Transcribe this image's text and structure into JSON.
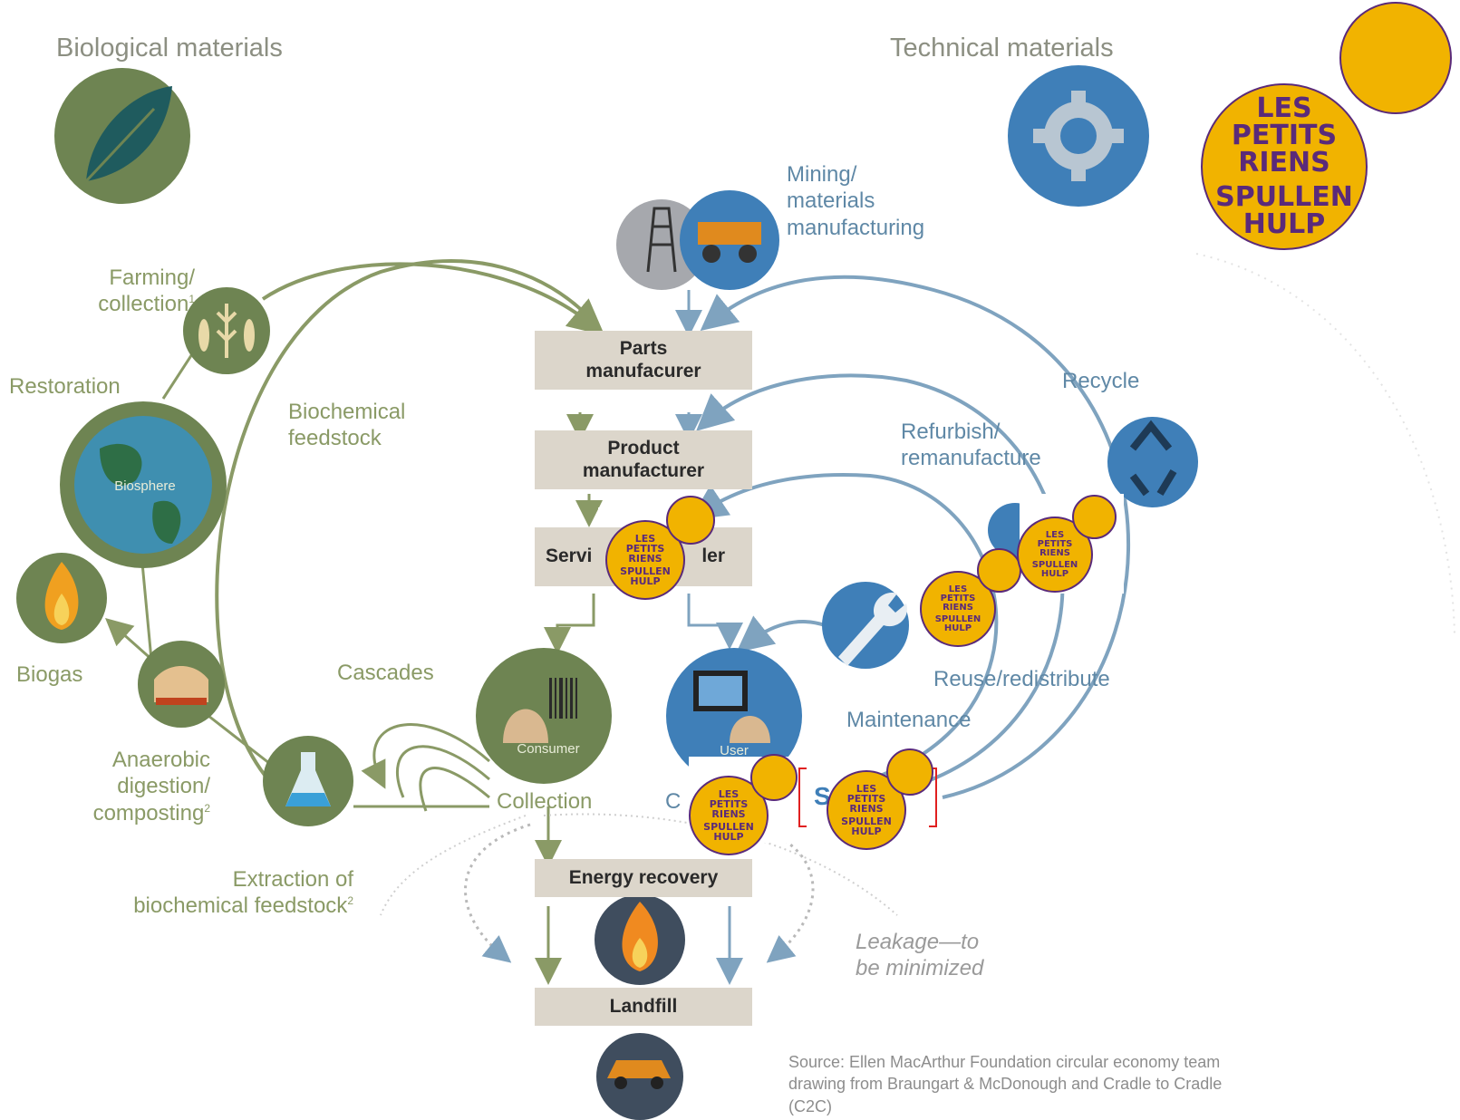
{
  "headings": {
    "biological": "Biological materials",
    "technical": "Technical materials"
  },
  "bio_labels": {
    "farming": "Farming/\ncollection",
    "farming_sup": "1",
    "restoration": "Restoration",
    "biosphere": "Biosphere",
    "biochemical_feedstock": "Biochemical\nfeedstock",
    "biogas": "Biogas",
    "cascades": "Cascades",
    "consumer": "Consumer",
    "collection": "Collection",
    "anaerobic": "Anaerobic\ndigestion/\ncomposting",
    "anaerobic_sup": "2",
    "extraction": "Extraction of\nbiochemical feedstock",
    "extraction_sup": "2"
  },
  "tech_labels": {
    "mining": "Mining/\nmaterials\nmanufacturing",
    "recycle": "Recycle",
    "refurbish": "Refurbish/\nremanufacture",
    "reuse": "Reuse/redistribute",
    "maintenance": "Maintenance",
    "user": "User",
    "collection_partial": "C",
    "s_partial": "S"
  },
  "boxes": {
    "parts": "Parts\nmanufacurer",
    "product": "Product\nmanufacturer",
    "service_left": "Servi",
    "service_right": "ler",
    "energy": "Energy recovery",
    "landfill": "Landfill"
  },
  "leakage": "Leakage—to\nbe minimized",
  "source": "Source: Ellen MacArthur Foundation circular economy team\ndrawing from Braungart & McDonough and Cradle to Cradle\n(C2C)",
  "badge": {
    "line1": "LES",
    "line2": "PETITS",
    "line3": "RIENS",
    "line4": "SPULLEN",
    "line5": "HULP"
  },
  "colors": {
    "bio_green": "#8a9a66",
    "bio_dark": "#6e7c53",
    "tech_blue": "#3f7fb8",
    "tech_line": "#7fa3bf",
    "box_bg": "#dcd6cb",
    "badge_yellow": "#f1b300",
    "badge_purple": "#5a2a7a",
    "red_bracket": "#e02020"
  }
}
